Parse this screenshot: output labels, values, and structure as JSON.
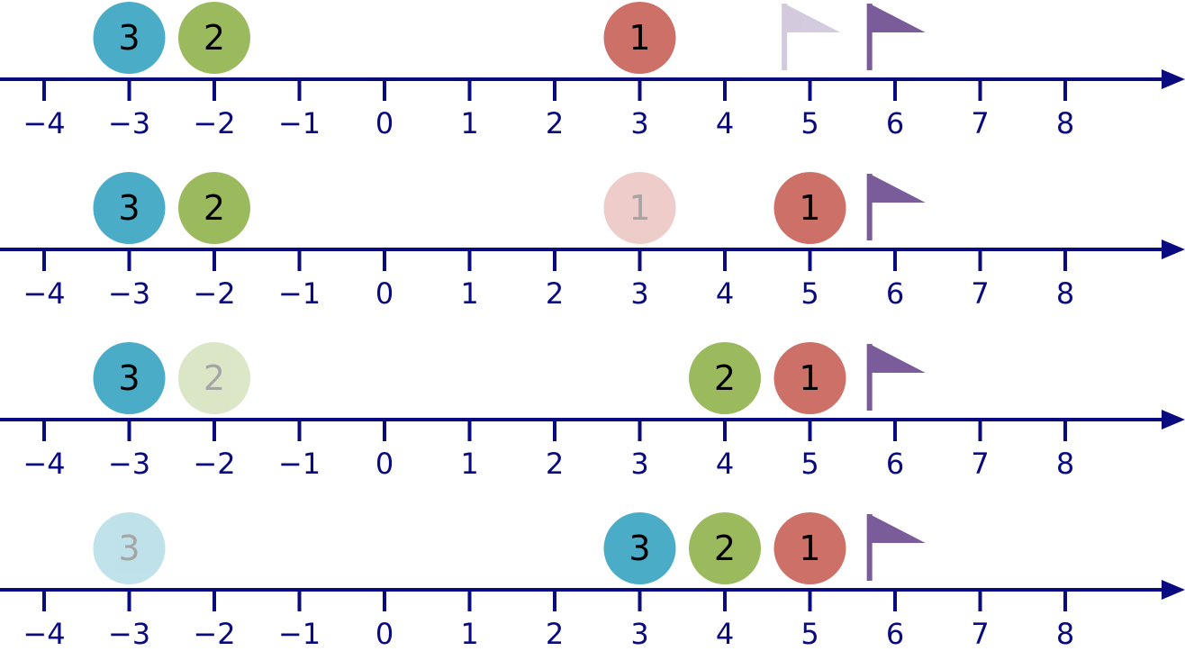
{
  "tick_values": [
    -4,
    -3,
    -2,
    -1,
    0,
    1,
    2,
    3,
    4,
    5,
    6,
    7,
    8
  ],
  "tick_labels": [
    "−4",
    "−3",
    "−2",
    "−1",
    "0",
    "1",
    "2",
    "3",
    "4",
    "5",
    "6",
    "7",
    "8"
  ],
  "colors": {
    "axis": "#0a0a80",
    "ball_1": "#cc7068",
    "ball_2": "#9bba5e",
    "ball_3": "#4aacc6",
    "flag": "#7a5c9a",
    "ball_label": "#000000",
    "faded_label": "#8a8a8a"
  },
  "rows": [
    {
      "balls": [
        {
          "label": "3",
          "value": -3,
          "series": "3",
          "faded": false
        },
        {
          "label": "2",
          "value": -2,
          "series": "2",
          "faded": false
        },
        {
          "label": "1",
          "value": 3,
          "series": "1",
          "faded": false
        }
      ],
      "flags": [
        {
          "value": 4.7,
          "faded": true
        },
        {
          "value": 5.7,
          "faded": false
        }
      ]
    },
    {
      "balls": [
        {
          "label": "3",
          "value": -3,
          "series": "3",
          "faded": false
        },
        {
          "label": "2",
          "value": -2,
          "series": "2",
          "faded": false
        },
        {
          "label": "1",
          "value": 3,
          "series": "1",
          "faded": true
        },
        {
          "label": "1",
          "value": 5,
          "series": "1",
          "faded": false
        }
      ],
      "flags": [
        {
          "value": 5.7,
          "faded": false
        }
      ]
    },
    {
      "balls": [
        {
          "label": "3",
          "value": -3,
          "series": "3",
          "faded": false
        },
        {
          "label": "2",
          "value": -2,
          "series": "2",
          "faded": true
        },
        {
          "label": "2",
          "value": 4,
          "series": "2",
          "faded": false
        },
        {
          "label": "1",
          "value": 5,
          "series": "1",
          "faded": false
        }
      ],
      "flags": [
        {
          "value": 5.7,
          "faded": false
        }
      ]
    },
    {
      "balls": [
        {
          "label": "3",
          "value": -3,
          "series": "3",
          "faded": true
        },
        {
          "label": "3",
          "value": 3,
          "series": "3",
          "faded": false
        },
        {
          "label": "2",
          "value": 4,
          "series": "2",
          "faded": false
        },
        {
          "label": "1",
          "value": 5,
          "series": "1",
          "faded": false
        }
      ],
      "flags": [
        {
          "value": 5.7,
          "faded": false
        }
      ]
    }
  ]
}
